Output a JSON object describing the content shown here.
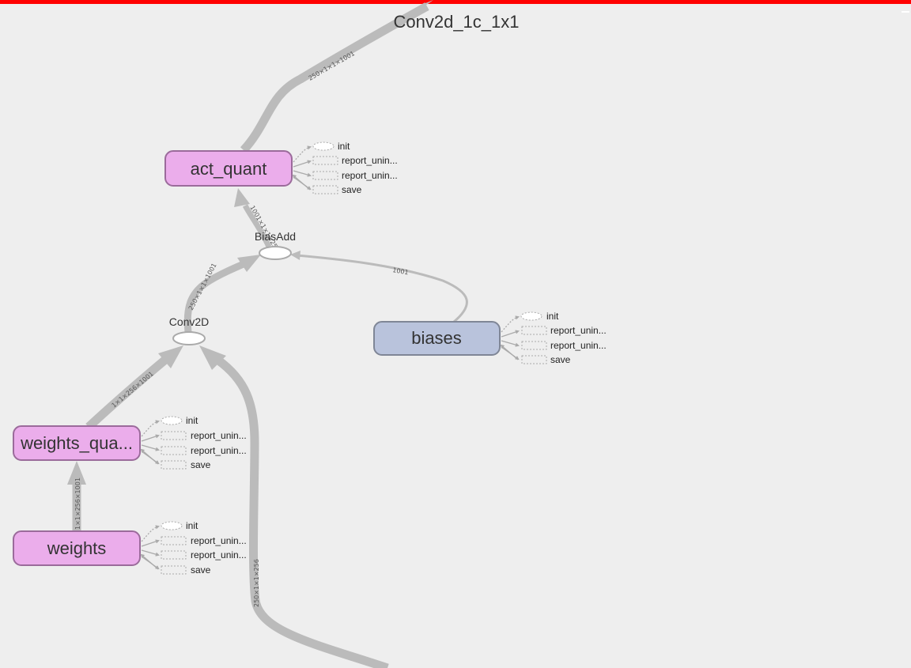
{
  "colors": {
    "background": "#eeeeee",
    "top_bar": "#ff0000",
    "edge": "#bbbbbb",
    "quant_node_fill": "#ebadeb",
    "quant_node_stroke": "#9b6b9b",
    "variable_node_fill": "#b9c3dc",
    "variable_node_stroke": "#7f8696"
  },
  "graph": {
    "output_label": "Conv2d_1c_1x1",
    "nodes": {
      "act_quant": "act_quant",
      "weights_quant": "weights_qua...",
      "weights": "weights",
      "biases": "biases"
    },
    "ops": {
      "bias_add": "BiasAdd",
      "conv2d": "Conv2D"
    },
    "edges": {
      "act_to_output": "250×1×1×1001",
      "biasadd_to_act": "1001×1×1×250",
      "conv_to_biasadd": "250×1×1×1001",
      "biases_to_biasadd": "1001",
      "wquant_to_conv": "1×1×256×1001",
      "weights_to_wquant": "1×1×256×1001",
      "input_to_conv": "250×1×1×256"
    },
    "aux_groups": {
      "act_quant": [
        "init",
        "report_unin...",
        "report_unin...",
        "save"
      ],
      "biases": [
        "init",
        "report_unin...",
        "report_unin...",
        "save"
      ],
      "weights_quant": [
        "init",
        "report_unin...",
        "report_unin...",
        "save"
      ],
      "weights": [
        "init",
        "report_unin...",
        "report_unin...",
        "save"
      ]
    }
  }
}
